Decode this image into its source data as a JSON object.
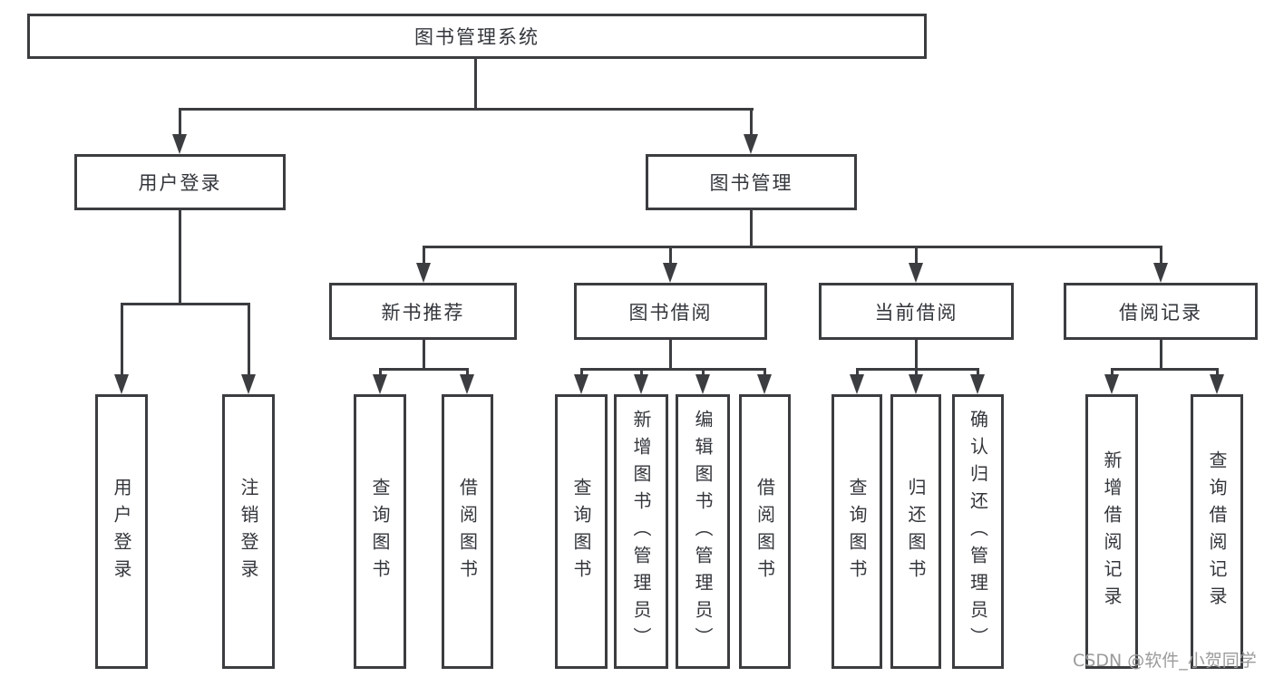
{
  "tree": {
    "root": {
      "label": "图书管理系统"
    },
    "branches": [
      {
        "label": "用户登录",
        "children": [
          {
            "label": "用户登录"
          },
          {
            "label": "注销登录"
          }
        ]
      },
      {
        "label": "图书管理",
        "children": [
          {
            "label": "新书推荐",
            "children": [
              {
                "label": "查询图书"
              },
              {
                "label": "借阅图书"
              }
            ]
          },
          {
            "label": "图书借阅",
            "children": [
              {
                "label": "查询图书"
              },
              {
                "label": "新增图书（管理员）"
              },
              {
                "label": "编辑图书（管理员）"
              },
              {
                "label": "借阅图书"
              }
            ]
          },
          {
            "label": "当前借阅",
            "children": [
              {
                "label": "查询图书"
              },
              {
                "label": "归还图书"
              },
              {
                "label": "确认归还（管理员）"
              }
            ]
          },
          {
            "label": "借阅记录",
            "children": [
              {
                "label": "新增借阅记录"
              },
              {
                "label": "查询借阅记录"
              }
            ]
          }
        ]
      }
    ]
  },
  "watermark": {
    "text": "CSDN @软件_小贺同学"
  },
  "colors": {
    "line": "#3b3d40",
    "text": "#33363b",
    "box_fill": "#ffffff",
    "background": "#ffffff",
    "watermark": "#9b9b9b"
  }
}
